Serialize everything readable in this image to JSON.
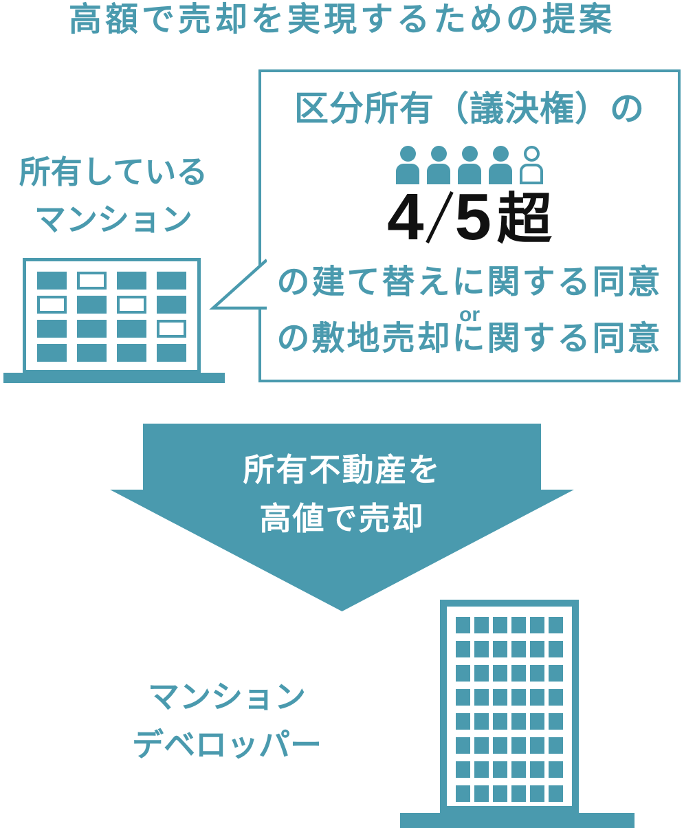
{
  "title": "高額で売却を実現するための提案",
  "colors": {
    "accent": "#4a9aae",
    "fraction_text": "#111111",
    "arrow_text": "#ffffff"
  },
  "owned_mansion": {
    "label_line1": "所有している",
    "label_line2": "マンション",
    "building_icon": {
      "rows": 4,
      "cols": 4,
      "window_pattern": [
        [
          "filled",
          "outline",
          "filled",
          "filled"
        ],
        [
          "outline",
          "filled",
          "outline",
          "filled"
        ],
        [
          "filled",
          "filled",
          "filled",
          "outline"
        ],
        [
          "filled",
          "filled",
          "filled",
          "filled"
        ]
      ]
    }
  },
  "consent_box": {
    "heading": "区分所有（議決権）の",
    "people_icons": {
      "filled": 4,
      "outline": 1
    },
    "fraction": {
      "numerator": "4",
      "denominator": "5",
      "suffix": "超"
    },
    "condition_1": "の建て替えに関する同意",
    "conjunction": "or",
    "condition_2": "の敷地売却に関する同意"
  },
  "arrow": {
    "line1": "所有不動産を",
    "line2": "高値で売却"
  },
  "developer": {
    "label_line1": "マンション",
    "label_line2": "デベロッパー",
    "building_icon": {
      "rows": 8,
      "cols": 6
    }
  }
}
